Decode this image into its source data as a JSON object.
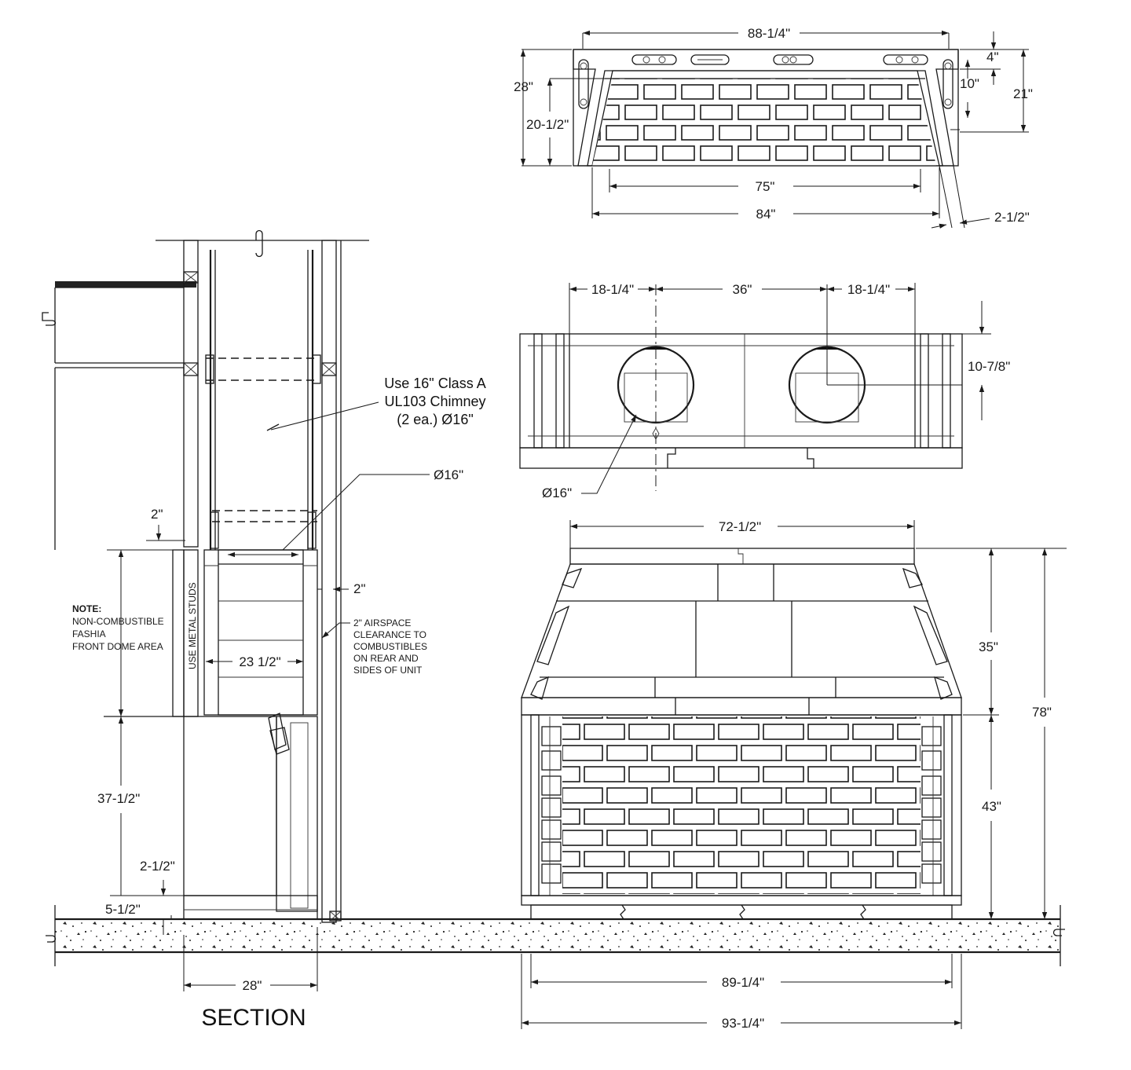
{
  "labels": {
    "section_title": "SECTION",
    "chimney_note": [
      "Use 16\" Class A",
      "UL103 Chimney",
      "(2 ea.) Ø16\""
    ],
    "note_heading": "NOTE:",
    "note_lines": [
      "NON-COMBUSTIBLE",
      "FASHIA",
      "FRONT DOME AREA"
    ],
    "metal_studs": "USE METAL STUDS",
    "airspace_lines": [
      "2\" AIRSPACE",
      "CLEARANCE TO",
      "COMBUSTIBLES",
      "ON REAR AND",
      "SIDES OF UNIT"
    ]
  },
  "dimensions": {
    "top_overall": "88-1/4\"",
    "top_4": "4\"",
    "top_10": "10\"",
    "top_21": "21\"",
    "top_28": "28\"",
    "top_20_5": "20-1/2\"",
    "top_75": "75\"",
    "top_84": "84\"",
    "top_2_5": "2-1/2\"",
    "mid_left": "18-1/4\"",
    "mid_center": "36\"",
    "mid_right": "18-1/4\"",
    "mid_height": "10-7/8\"",
    "mid_diameter": "Ø16\"",
    "sec_diameter": "Ø16\"",
    "sec_2_top": "2\"",
    "sec_2_right": "2\"",
    "sec_23_5": "23 1/2\"",
    "sec_37_5": "37-1/2\"",
    "sec_2_5": "2-1/2\"",
    "sec_5_5": "5-1/2\"",
    "sec_28": "28\"",
    "front_72_5": "72-1/2\"",
    "front_35": "35\"",
    "front_78": "78\"",
    "front_43": "43\"",
    "front_89_25": "89-1/4\"",
    "front_93_25": "93-1/4\""
  }
}
